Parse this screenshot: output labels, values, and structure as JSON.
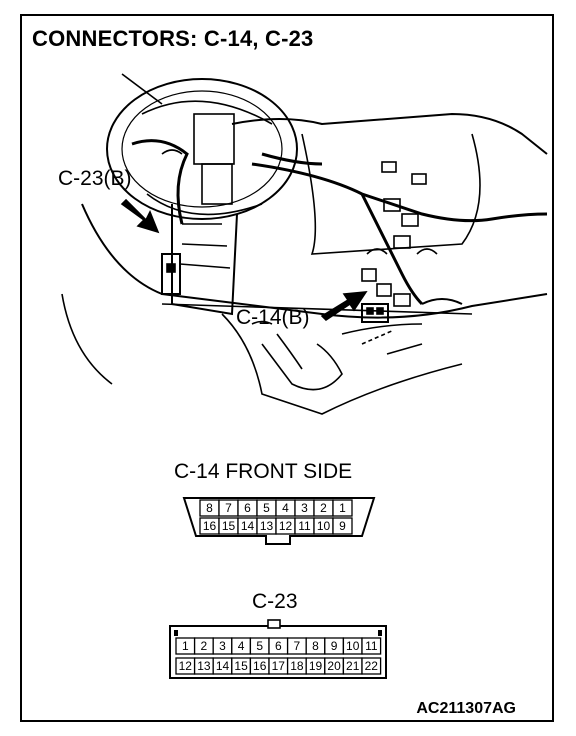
{
  "title": "CONNECTORS: C-14, C-23",
  "callouts": {
    "c23": "C-23(B)",
    "c14": "C-14(B)"
  },
  "connector_c14": {
    "title": "C-14 FRONT SIDE",
    "top_row": [
      "8",
      "7",
      "6",
      "5",
      "4",
      "3",
      "2",
      "1"
    ],
    "bottom_row": [
      "16",
      "15",
      "14",
      "13",
      "12",
      "11",
      "10",
      "9"
    ]
  },
  "connector_c23": {
    "title": "C-23",
    "top_row": [
      "1",
      "2",
      "3",
      "4",
      "5",
      "6",
      "7",
      "8",
      "9",
      "10",
      "11"
    ],
    "bottom_row": [
      "12",
      "13",
      "14",
      "15",
      "16",
      "17",
      "18",
      "19",
      "20",
      "21",
      "22"
    ]
  },
  "figure_code": "AC211307AG"
}
